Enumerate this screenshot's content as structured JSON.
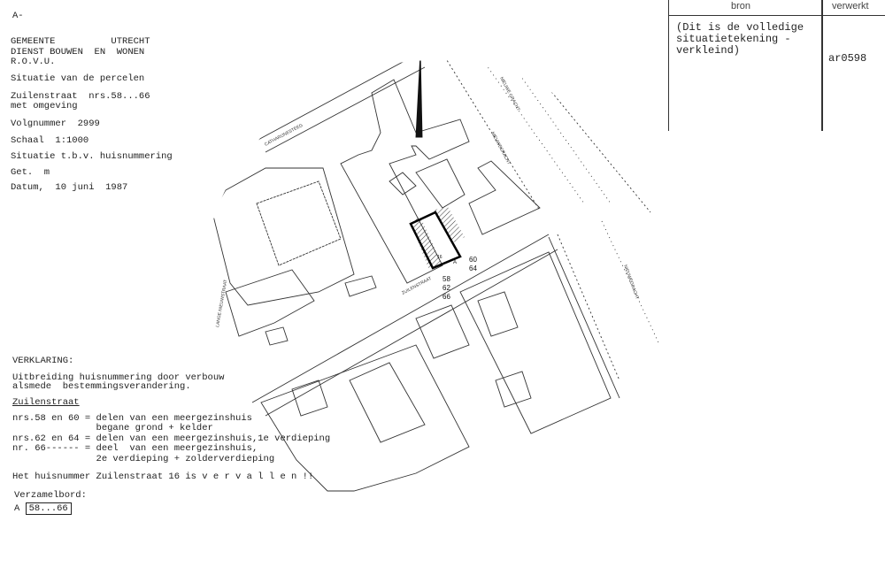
{
  "header": {
    "sheet_letter": "A-",
    "lines": [
      "GEMEENTE          UTRECHT",
      "DIENST BOUWEN  EN  WONEN",
      "R.O.V.U."
    ],
    "subject": "Situatie van de percelen",
    "address_line1": "Zuilenstraat  nrs.58...66",
    "address_line2": "met omgeving",
    "volgnummer": "Volgnummer  2999",
    "schaal": "Schaal  1:1000",
    "purpose": "Situatie t.b.v. huisnummering",
    "get": "Get.  m",
    "datum": "Datum,  10 juni  1987"
  },
  "table": {
    "col1_header": "bron",
    "col2_header": "verwerkt",
    "bron_lines": [
      "(Dit is de volledige",
      "situatietekening -",
      "verkleind)"
    ],
    "verwerkt": "ar0598"
  },
  "legend": {
    "title": "VERKLARING:",
    "desc1": "Uitbreiding huisnummering door verbouw",
    "desc2": "alsmede  bestemmingsverandering.",
    "street": "Zuilenstraat",
    "rows": [
      "nrs.58 en 60 = delen van een meergezinshuis",
      "               begane grond + kelder",
      "nrs.62 en 64 = delen van een meergezinshuis,1e verdieping",
      "nr. 66------ = deel  van een meergezinshuis,",
      "               2e verdieping + zolderverdieping"
    ],
    "note": "Het huisnummer Zuilenstraat 16 is v e r v a l l e n !!",
    "verzamelbord_label": "Verzamelbord:",
    "verzamelbord_prefix": "A",
    "verzamelbord_value": "58...66"
  },
  "map": {
    "streets": [
      "CATHARIJNESTEEG",
      "NIEUWE GRACHT",
      "NIEUWEGRACHT",
      "ZUILENSTRAAT",
      "LANGE NIEUWSTRAAT"
    ],
    "parcel_numbers": [
      "58",
      "62",
      "66",
      "60",
      "64"
    ],
    "plot_number": "16",
    "plot_letter": "A"
  }
}
